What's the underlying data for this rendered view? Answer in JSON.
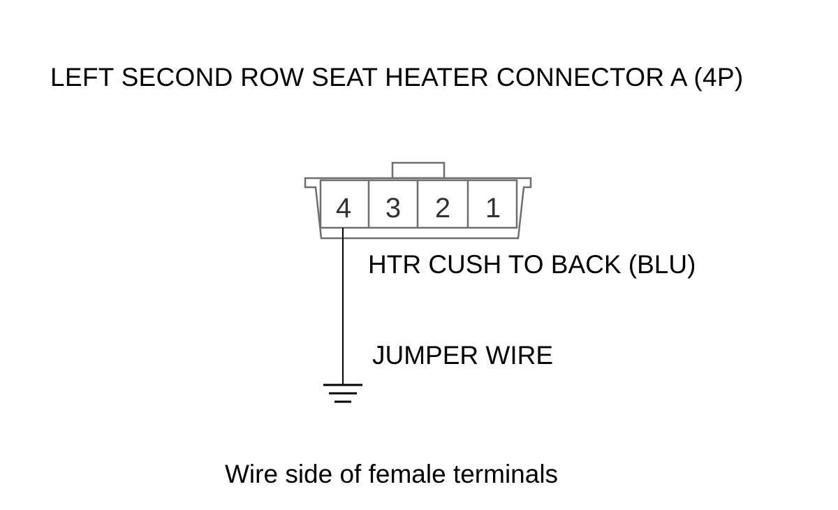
{
  "diagram": {
    "title": "LEFT SECOND ROW SEAT HEATER CONNECTOR A (4P)",
    "connector": {
      "pins": [
        "4",
        "3",
        "2",
        "1"
      ]
    },
    "wire_label": "HTR CUSH TO BACK (BLU)",
    "jumper_label": "JUMPER WIRE",
    "footer_note": "Wire side of female terminals",
    "colors": {
      "line": "#000000",
      "connector_stroke": "#6e6e6e",
      "background": "#ffffff"
    },
    "icons": {
      "ground": "ground-symbol-icon"
    }
  }
}
